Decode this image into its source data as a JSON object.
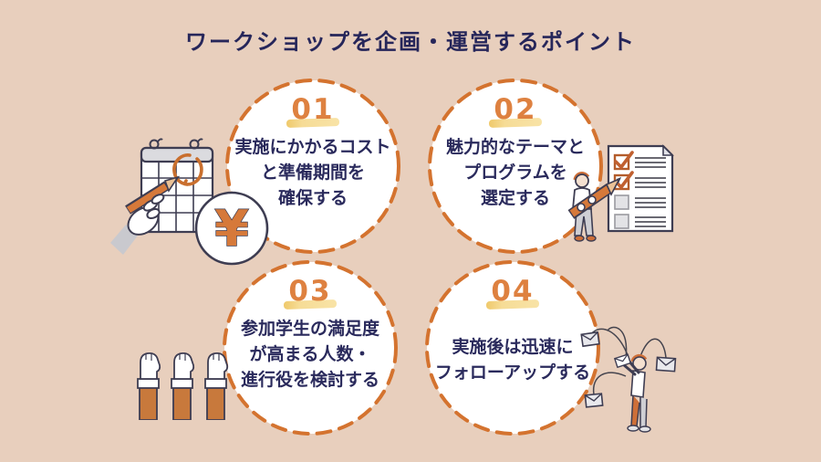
{
  "title": "ワークショップを企画・運営するポイント",
  "points": [
    {
      "number": "01",
      "lines": [
        "実施にかかるコスト",
        "と準備期間を",
        "確保する"
      ]
    },
    {
      "number": "02",
      "lines": [
        "魅力的なテーマと",
        "プログラムを",
        "選定する"
      ]
    },
    {
      "number": "03",
      "lines": [
        "参加学生の満足度",
        "が高まる人数・",
        "進行役を検討する"
      ]
    },
    {
      "number": "04",
      "lines": [
        "実施後は迅速に",
        "フォローアップする"
      ]
    }
  ],
  "icons": {
    "yen_symbol": "¥"
  },
  "colors": {
    "background": "#E8CFBD",
    "circle_fill": "#FFFFFF",
    "circle_border": "#D4732F",
    "number": "#DE8140",
    "number_highlight": "#F6DC96",
    "text": "#2A2A5C",
    "title": "#26265A",
    "illustration_orange": "#D6793A",
    "illustration_outline": "#3E3D52"
  }
}
